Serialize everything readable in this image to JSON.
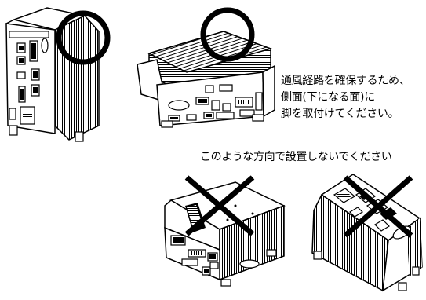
{
  "instruction": {
    "lines": [
      "通風経路を確保するため、",
      "側面(下になる面)に",
      "脚を取付けてください。"
    ]
  },
  "warning_text": "このような方向で設置しないでください",
  "colors": {
    "line": "#000000",
    "background": "#ffffff",
    "mark_circle": "#000000",
    "mark_cross": "#000000"
  },
  "figures": [
    {
      "label": "upright-unit-correct",
      "mark": "circle-icon"
    },
    {
      "label": "flat-unit-correct",
      "mark": "circle-icon"
    },
    {
      "label": "flat-unit-incorrect",
      "mark": "cross-icon"
    },
    {
      "label": "tilted-unit-incorrect",
      "mark": "cross-icon"
    }
  ]
}
